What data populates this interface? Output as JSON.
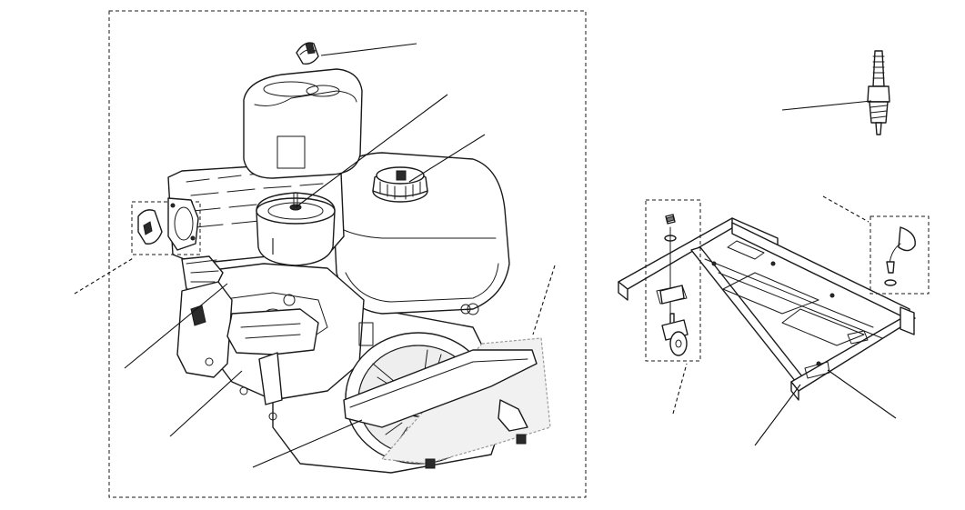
{
  "diagram": {
    "components": [
      {
        "name": "engine-assembly"
      },
      {
        "name": "fuel-tank-cap"
      },
      {
        "name": "air-filter-cover-knob"
      },
      {
        "name": "air-filter-cover"
      },
      {
        "name": "air-filter-element"
      },
      {
        "name": "recoil-starter"
      },
      {
        "name": "spark-plug"
      },
      {
        "name": "frame"
      },
      {
        "name": "caster-wheel-kit"
      },
      {
        "name": "handle-grip-kit"
      },
      {
        "name": "engine-switch-panel"
      }
    ]
  }
}
